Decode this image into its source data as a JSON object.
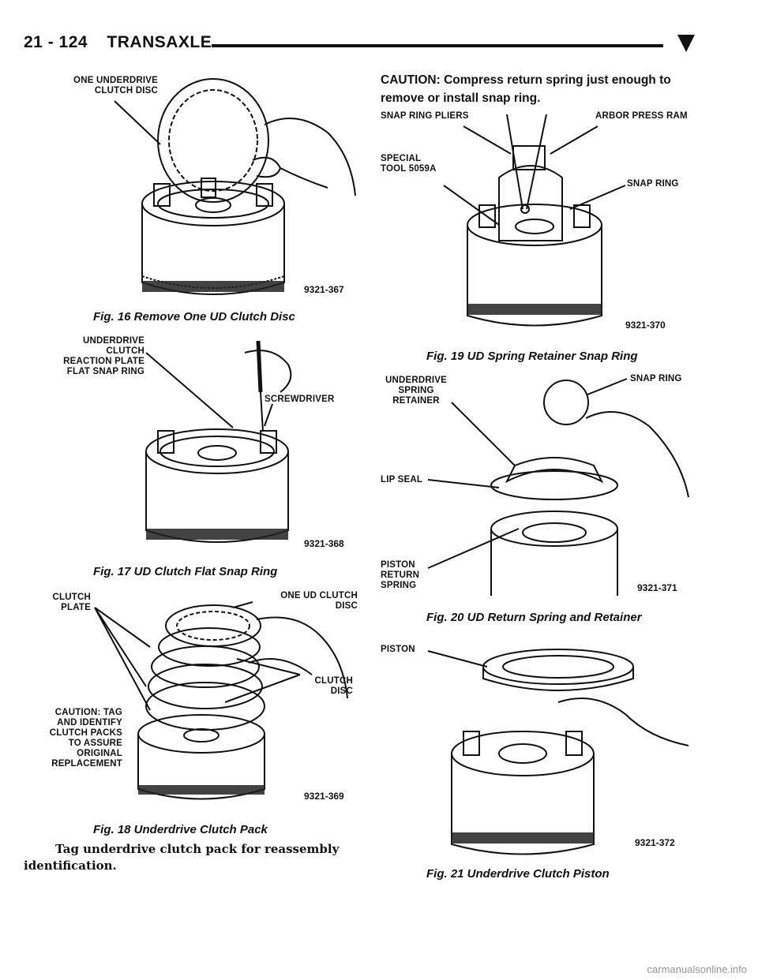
{
  "header": {
    "page_number": "21 - 124",
    "section": "TRANSAXLE"
  },
  "fig16": {
    "callout": "ONE UNDERDRIVE\nCLUTCH DISC",
    "code": "9321-367",
    "caption": "Fig. 16 Remove One UD Clutch Disc"
  },
  "fig17": {
    "callout_plate": "UNDERDRIVE CLUTCH\nREACTION PLATE\nFLAT SNAP RING",
    "callout_tool": "SCREWDRIVER",
    "code": "9321-368",
    "caption": "Fig. 17 UD Clutch Flat Snap Ring"
  },
  "fig18": {
    "callout_plate": "CLUTCH\nPLATE",
    "callout_one_disc": "ONE UD CLUTCH\nDISC",
    "callout_disc": "CLUTCH\nDISC",
    "callout_caution": "CAUTION: TAG\nAND IDENTIFY\nCLUTCH PACKS\nTO ASSURE\nORIGINAL\nREPLACEMENT",
    "code": "9321-369",
    "caption": "Fig. 18 Underdrive Clutch Pack"
  },
  "body_text": "Tag underdrive clutch pack for reassembly\nidentification.",
  "caution_text": "CAUTION: Compress return spring just enough to\nremove or install snap ring.",
  "fig19": {
    "callout_pliers": "SNAP RING PLIERS",
    "callout_ram": "ARBOR PRESS RAM",
    "callout_tool": "SPECIAL\nTOOL 5059A",
    "callout_ring": "SNAP RING",
    "code": "9321-370",
    "caption": "Fig. 19 UD Spring Retainer Snap Ring"
  },
  "fig20": {
    "callout_retainer": "UNDERDRIVE\nSPRING\nRETAINER",
    "callout_ring": "SNAP RING",
    "callout_seal": "LIP SEAL",
    "callout_spring": "PISTON\nRETURN\nSPRING",
    "code": "9321-371",
    "caption": "Fig. 20 UD Return Spring and Retainer"
  },
  "fig21": {
    "callout_piston": "PISTON",
    "code": "9321-372",
    "caption": "Fig. 21 Underdrive Clutch Piston"
  },
  "footer": "carmanualsonline.info"
}
